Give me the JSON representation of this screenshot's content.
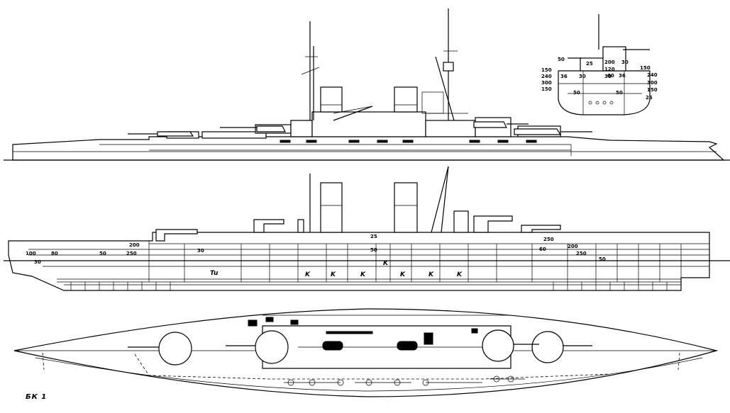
{
  "caption": "БК 1",
  "profile_labels": {
    "compartment_tu": "Tu",
    "boiler_rooms": [
      "K",
      "K",
      "K",
      "K",
      "K",
      "K",
      "K"
    ],
    "armor": [
      "100",
      "80",
      "30",
      "50",
      "250",
      "200",
      "30",
      "25",
      "50",
      "250",
      "200",
      "250",
      "60",
      "50"
    ]
  },
  "section_labels": [
    "50",
    "25",
    "200",
    "30",
    "150",
    "150",
    "240",
    "36",
    "30",
    "120",
    "240",
    "300",
    "30",
    "60",
    "36",
    "300",
    "150",
    "150",
    "50",
    "50",
    "25"
  ]
}
